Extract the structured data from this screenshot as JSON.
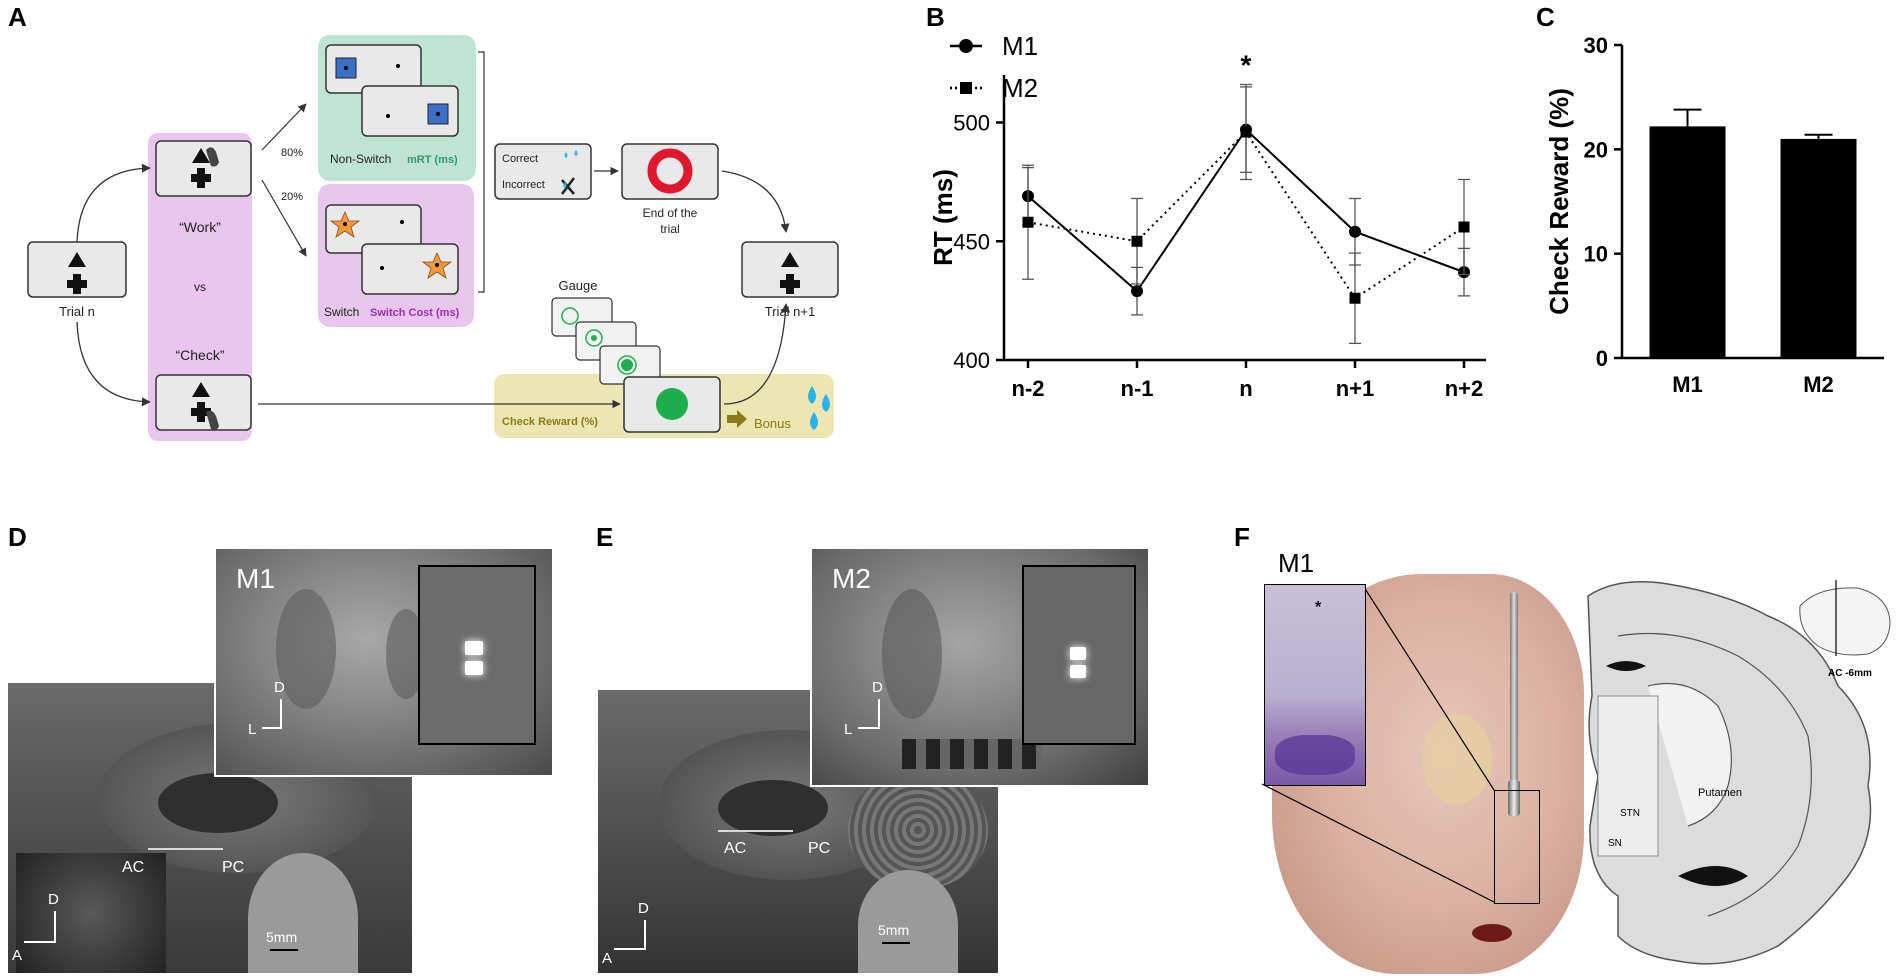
{
  "panels": {
    "a": "A",
    "b": "B",
    "c": "C",
    "d": "D",
    "e": "E",
    "f": "F"
  },
  "panel_a": {
    "trial_n": "Trial n",
    "work": "“Work”",
    "vs": "vs",
    "check": "“Check”",
    "pct_80": "80%",
    "pct_20": "20%",
    "non_switch": "Non-Switch",
    "mrt": "mRT (ms)",
    "switch": "Switch",
    "switch_cost": "Switch Cost (ms)",
    "correct": "Correct",
    "incorrect": "Incorrect",
    "end_trial_1": "End of the",
    "end_trial_2": "trial",
    "trial_n1": "Trial n+1",
    "gauge": "Gauge",
    "check_reward": "Check Reward (%)",
    "bonus": "Bonus",
    "colors": {
      "green_box": "#bfe4d4",
      "pink_box": "#e8c6ee",
      "yellow_box": "#ece6b2",
      "gauge_green": "#1fae4b",
      "target_blue": "#3d6fc6",
      "star_orange": "#f09a3e",
      "end_ring": "#e0182d",
      "drop_blue": "#29b3e8",
      "mrt_green": "#2f9a6a",
      "cost_purple": "#a02bb3",
      "check_olive": "#8c7a18"
    }
  },
  "chart_data": [
    {
      "type": "line",
      "title": "",
      "xlabel": "",
      "ylabel": "RT (ms)",
      "categories": [
        "n-2",
        "n-1",
        "n",
        "n+1",
        "n+2"
      ],
      "ylim": [
        400,
        520
      ],
      "yticks": [
        400,
        450,
        500
      ],
      "legend_position": "top-left",
      "annotation": "*",
      "series": [
        {
          "name": "M1",
          "marker": "circle",
          "line": "solid",
          "values": [
            469,
            429,
            497,
            454,
            437
          ],
          "errors": [
            12,
            10,
            18,
            14,
            10
          ]
        },
        {
          "name": "M2",
          "marker": "square",
          "line": "dotted",
          "values": [
            458,
            450,
            496,
            426,
            456
          ],
          "errors": [
            24,
            18,
            20,
            19,
            20
          ]
        }
      ]
    },
    {
      "type": "bar",
      "title": "",
      "xlabel": "",
      "ylabel": "Check Reward (%)",
      "categories": [
        "M1",
        "M2"
      ],
      "values": [
        22.2,
        21.0
      ],
      "errors": [
        1.6,
        0.4
      ],
      "ylim": [
        0,
        30
      ],
      "yticks": [
        0,
        10,
        20,
        30
      ]
    }
  ],
  "panel_d": {
    "monkey": "M1",
    "d": "D",
    "l": "L",
    "a": "A",
    "ac": "AC",
    "pc": "PC",
    "scale": "5mm"
  },
  "panel_e": {
    "monkey": "M2",
    "d": "D",
    "l": "L",
    "a": "A",
    "ac": "AC",
    "pc": "PC",
    "scale": "5mm"
  },
  "panel_f": {
    "monkey": "M1",
    "star": "*",
    "putamen": "Putamen",
    "stn": "STN",
    "sn": "SN",
    "ac": "AC -6mm"
  }
}
